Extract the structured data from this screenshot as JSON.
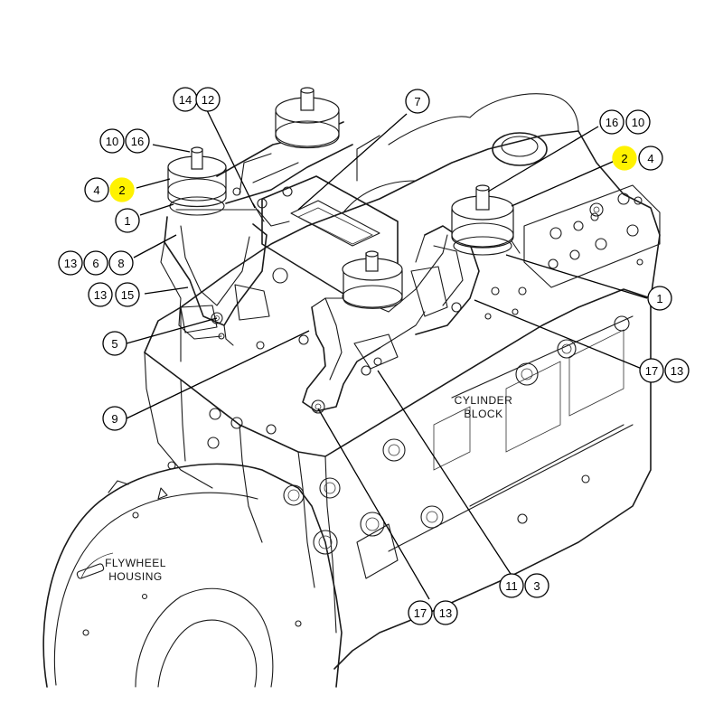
{
  "labels": {
    "cylinder_block": [
      "CYLINDER",
      "BLOCK"
    ],
    "flywheel_housing": [
      "FLYWHEEL",
      "HOUSING"
    ]
  },
  "callouts": [
    {
      "text": "14",
      "highlight": false
    },
    {
      "text": "12",
      "highlight": false
    },
    {
      "text": "7",
      "highlight": false
    },
    {
      "text": "10",
      "highlight": false
    },
    {
      "text": "16",
      "highlight": false
    },
    {
      "text": "4",
      "highlight": false
    },
    {
      "text": "2",
      "highlight": true
    },
    {
      "text": "1",
      "highlight": false
    },
    {
      "text": "13",
      "highlight": false
    },
    {
      "text": "6",
      "highlight": false
    },
    {
      "text": "8",
      "highlight": false
    },
    {
      "text": "13",
      "highlight": false
    },
    {
      "text": "15",
      "highlight": false
    },
    {
      "text": "5",
      "highlight": false
    },
    {
      "text": "9",
      "highlight": false
    },
    {
      "text": "16",
      "highlight": false
    },
    {
      "text": "10",
      "highlight": false
    },
    {
      "text": "2",
      "highlight": true
    },
    {
      "text": "4",
      "highlight": false
    },
    {
      "text": "1",
      "highlight": false
    },
    {
      "text": "17",
      "highlight": false
    },
    {
      "text": "13",
      "highlight": false
    },
    {
      "text": "11",
      "highlight": false
    },
    {
      "text": "3",
      "highlight": false
    },
    {
      "text": "17",
      "highlight": false
    },
    {
      "text": "13",
      "highlight": false
    }
  ],
  "colors": {
    "highlight": "#fff200",
    "line": "#1a1a1a",
    "background": "#ffffff"
  }
}
